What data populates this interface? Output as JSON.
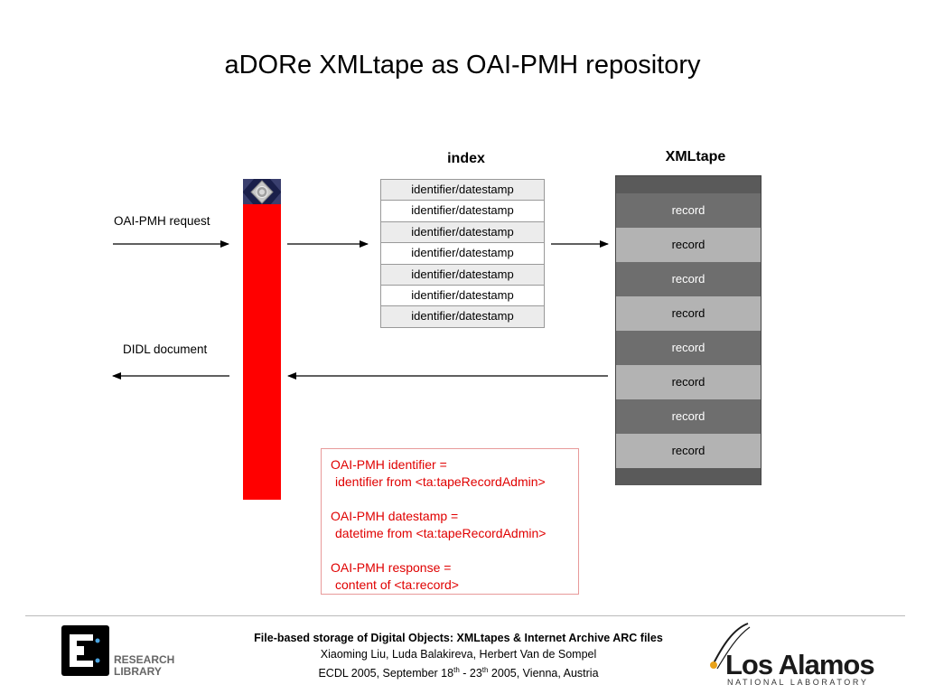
{
  "slide": {
    "title": "aDORe XMLtape as OAI-PMH repository"
  },
  "diagram": {
    "index_header": "index",
    "xmltape_header": "XMLtape",
    "request_label": "OAI-PMH request",
    "response_label": "DIDL document",
    "index_rows": [
      "identifier/datestamp",
      "identifier/datestamp",
      "identifier/datestamp",
      "identifier/datestamp",
      "identifier/datestamp",
      "identifier/datestamp",
      "identifier/datestamp"
    ],
    "records": [
      "record",
      "record",
      "record",
      "record",
      "record",
      "record",
      "record",
      "record"
    ],
    "colors": {
      "server_bar": "#ff0000",
      "mapping_text": "#e00000",
      "record_dark": "#6e6e6e",
      "record_light": "#b3b3b3"
    }
  },
  "mapping": {
    "identifier_line1": "OAI-PMH identifier =",
    "identifier_line2": "identifier from <ta:tapeRecordAdmin>",
    "datestamp_line1": "OAI-PMH datestamp =",
    "datestamp_line2": "datetime from <ta:tapeRecordAdmin>",
    "response_line1": "OAI-PMH response =",
    "response_line2": "content of <ta:record>"
  },
  "footer": {
    "title": "File-based storage of Digital Objects: XMLtapes & Internet Archive ARC files",
    "authors": "Xiaoming Liu, Luda Balakireva, Herbert Van de Sompel",
    "event_prefix": "ECDL 2005, September 18",
    "sup1": "th",
    "event_mid": " - 23",
    "sup2": "th",
    "event_suffix": " 2005, Vienna, Austria",
    "rl_logo_line1": "RESEARCH",
    "rl_logo_line2": "LIBRARY",
    "la_logo_name": "Los Alamos",
    "la_logo_sub": "NATIONAL LABORATORY"
  }
}
